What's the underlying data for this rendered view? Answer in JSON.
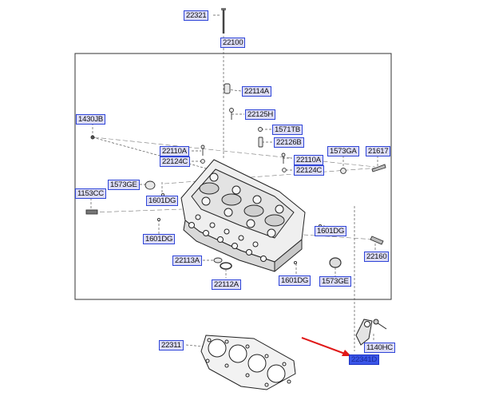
{
  "diagram": {
    "labels": {
      "p22321": "22321",
      "p22100": "22100",
      "p22114A": "22114A",
      "p22125H": "22125H",
      "p1571TB": "1571TB",
      "p22126B": "22126B",
      "p1430JB": "1430JB",
      "p22110A_l": "22110A",
      "p22124C_l": "22124C",
      "p22110A_r": "22110A",
      "p22124C_r": "22124C",
      "p1573GA": "1573GA",
      "p21617": "21617",
      "p1573GE_l": "1573GE",
      "p1601DG_1": "1601DG",
      "p1153CC": "1153CC",
      "p1601DG_2": "1601DG",
      "p1601DG_3": "1601DG",
      "p22160": "22160",
      "p22113A": "22113A",
      "p1601DG_4": "1601DG",
      "p1573GE_r": "1573GE",
      "p22112A": "22112A",
      "p22311": "22311",
      "p1140HC": "1140HC",
      "p22341D": "22341D"
    },
    "colors": {
      "line": "#333333",
      "label_fill": "#dcdcf6",
      "label_border": "#2f45d8",
      "highlight_fill": "#3a55e8",
      "arrow": "#e01818"
    }
  }
}
